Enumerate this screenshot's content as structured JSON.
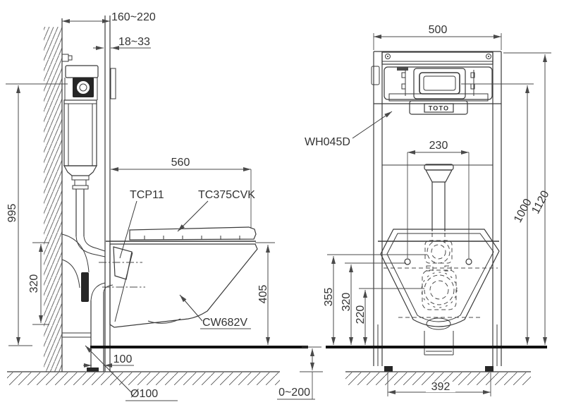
{
  "brand": {
    "logo": "TOTO"
  },
  "side_view": {
    "dims": {
      "wall_to_panel": "160~220",
      "panel_thickness": "18~33",
      "actuator_height": "995",
      "seat_depth": "560",
      "bowl_back_height": "320",
      "rim_height": "405",
      "outlet_offset": "100",
      "drain_diameter": "Ø100"
    },
    "labels": {
      "bracket_model": "TCP11",
      "seat_model": "TC375CVK",
      "bowl_model": "CW682V"
    }
  },
  "front_view": {
    "dims": {
      "frame_width": "500",
      "flush_bolt_spacing": "230",
      "supply_center_height": "355",
      "bolt_height": "320",
      "drain_center_height": "220",
      "panel_center_height": "1000",
      "frame_height": "1120",
      "leg_spacing": "392",
      "floor_buildup": "0~200"
    },
    "labels": {
      "tank_model": "WH045D"
    }
  },
  "colors": {
    "line": "#3a3a3a",
    "floor": "#111111",
    "background": "#ffffff"
  }
}
